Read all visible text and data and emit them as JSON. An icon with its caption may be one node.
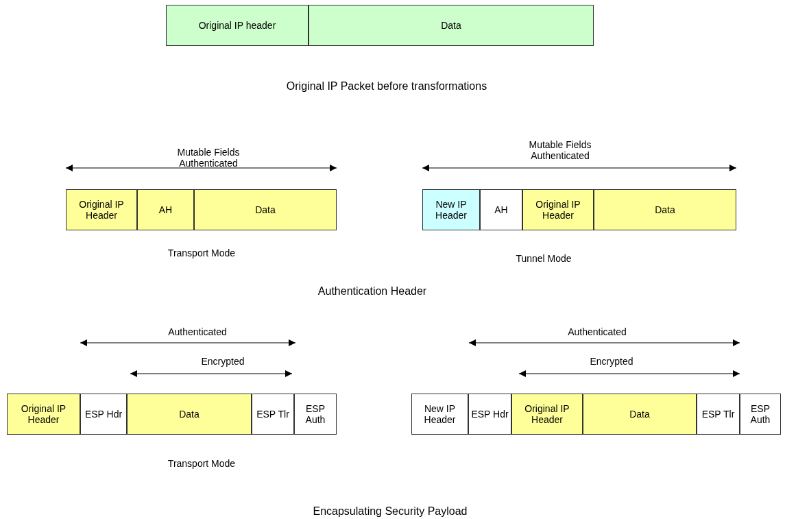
{
  "diagram": {
    "nodes": [
      {
        "text": [
          "Original IP header"
        ]
      },
      {
        "text": [
          "Data"
        ]
      },
      {
        "text": [
          "Original IP Header"
        ]
      },
      {
        "text": [
          "AH"
        ]
      },
      {
        "text": [
          "Data"
        ]
      },
      {
        "text": [
          "New IP Header"
        ]
      },
      {
        "text": [
          "AH"
        ]
      },
      {
        "text": [
          "Original IP Header"
        ]
      },
      {
        "text": [
          "Data"
        ]
      },
      {
        "text": [
          "Original IP Header"
        ]
      },
      {
        "text": [
          "ESP Hdr"
        ]
      },
      {
        "text": [
          "Data"
        ]
      },
      {
        "text": [
          "ESP Tlr"
        ]
      },
      {
        "text": [
          "ESP Auth"
        ]
      },
      {
        "text": [
          "New IP Header"
        ]
      },
      {
        "text": [
          "ESP Hdr"
        ]
      },
      {
        "text": [
          "Original IP Header"
        ]
      },
      {
        "text": [
          "Data"
        ]
      },
      {
        "text": [
          "ESP Tlr"
        ]
      },
      {
        "text": [
          "ESP Auth"
        ]
      }
    ],
    "labels": [
      "Original IP Packet before transformations",
      "Mutable Fields Authenticated",
      "Mutable Fields Authenticated",
      "Transport Mode",
      "Tunnel Mode",
      "Authentication Header",
      "Authenticated",
      "Authenticated",
      "Encrypted",
      "Encrypted",
      "Transport Mode",
      "Encapsulating Security Payload"
    ]
  }
}
